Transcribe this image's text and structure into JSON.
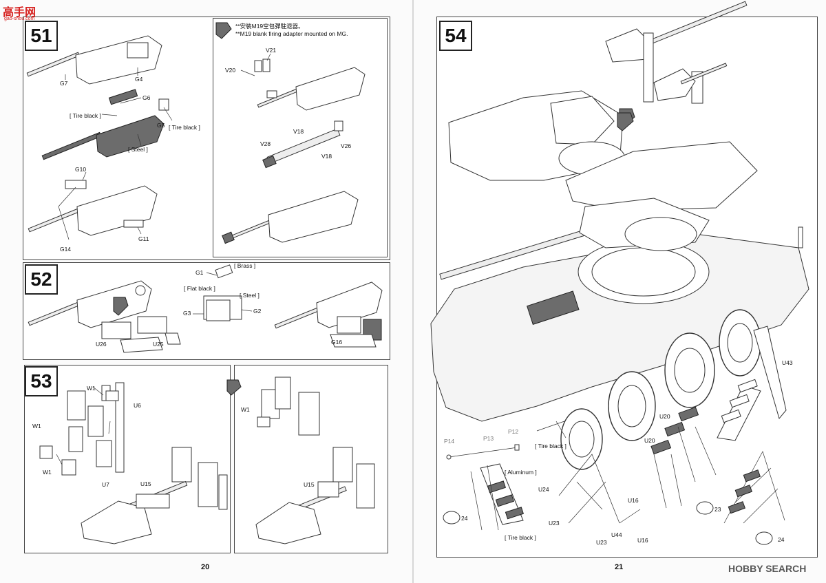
{
  "watermark_top": {
    "brand": "高手网",
    "site": "gao-shou.com"
  },
  "watermark_bottom": {
    "brand": "HOBBY SEARCH"
  },
  "pages": {
    "left": "20",
    "right": "21"
  },
  "steps": {
    "s51": {
      "number": "51",
      "labels": {
        "g7": "G7",
        "g4": "G4",
        "g6": "G6",
        "g5": "G5",
        "tire_black_a": "[ Tire black ]",
        "tire_black_b": "[ Tire black ]",
        "steel": "[ Steel ]",
        "g10": "G10",
        "g14": "G14",
        "g11": "G11"
      }
    },
    "option": {
      "note_cn": "**安裝M19空包彈駐退器。",
      "note_en": "**M19 blank firing adapter mounted on MG.",
      "labels": {
        "v21": "V21",
        "v20": "V20",
        "v18a": "V18",
        "v18b": "V18",
        "v28": "V28",
        "v26": "V26"
      }
    },
    "s52": {
      "number": "52",
      "labels": {
        "g1": "G1",
        "brass": "[ Brass ]",
        "flat_black": "[ Flat black ]",
        "steel": "[ Steel ]",
        "g3": "G3",
        "g2": "G2",
        "u26": "U26",
        "u25": "U25",
        "g16": "G16"
      }
    },
    "s53": {
      "number": "53",
      "labels": {
        "w1a": "W1",
        "w1b": "W1",
        "w1c": "W1",
        "w1d": "W1",
        "u6": "U6",
        "u7": "U7",
        "u15a": "U15",
        "u15b": "U15"
      }
    },
    "s54": {
      "number": "54",
      "labels": {
        "u43": "U43",
        "u20a": "U20",
        "u20b": "U20",
        "tire_black_a": "[ Tire black ]",
        "tire_black_b": "[ Tire black ]",
        "aluminum": "[ Aluminum ]",
        "p14": "P14",
        "p13": "P13",
        "p12": "P12",
        "u24": "U24",
        "u23a": "U23",
        "u23b": "U23",
        "u16a": "U16",
        "u16b": "U16",
        "u44": "U44",
        "n24a": "24",
        "n24b": "24",
        "n23": "23"
      }
    }
  }
}
